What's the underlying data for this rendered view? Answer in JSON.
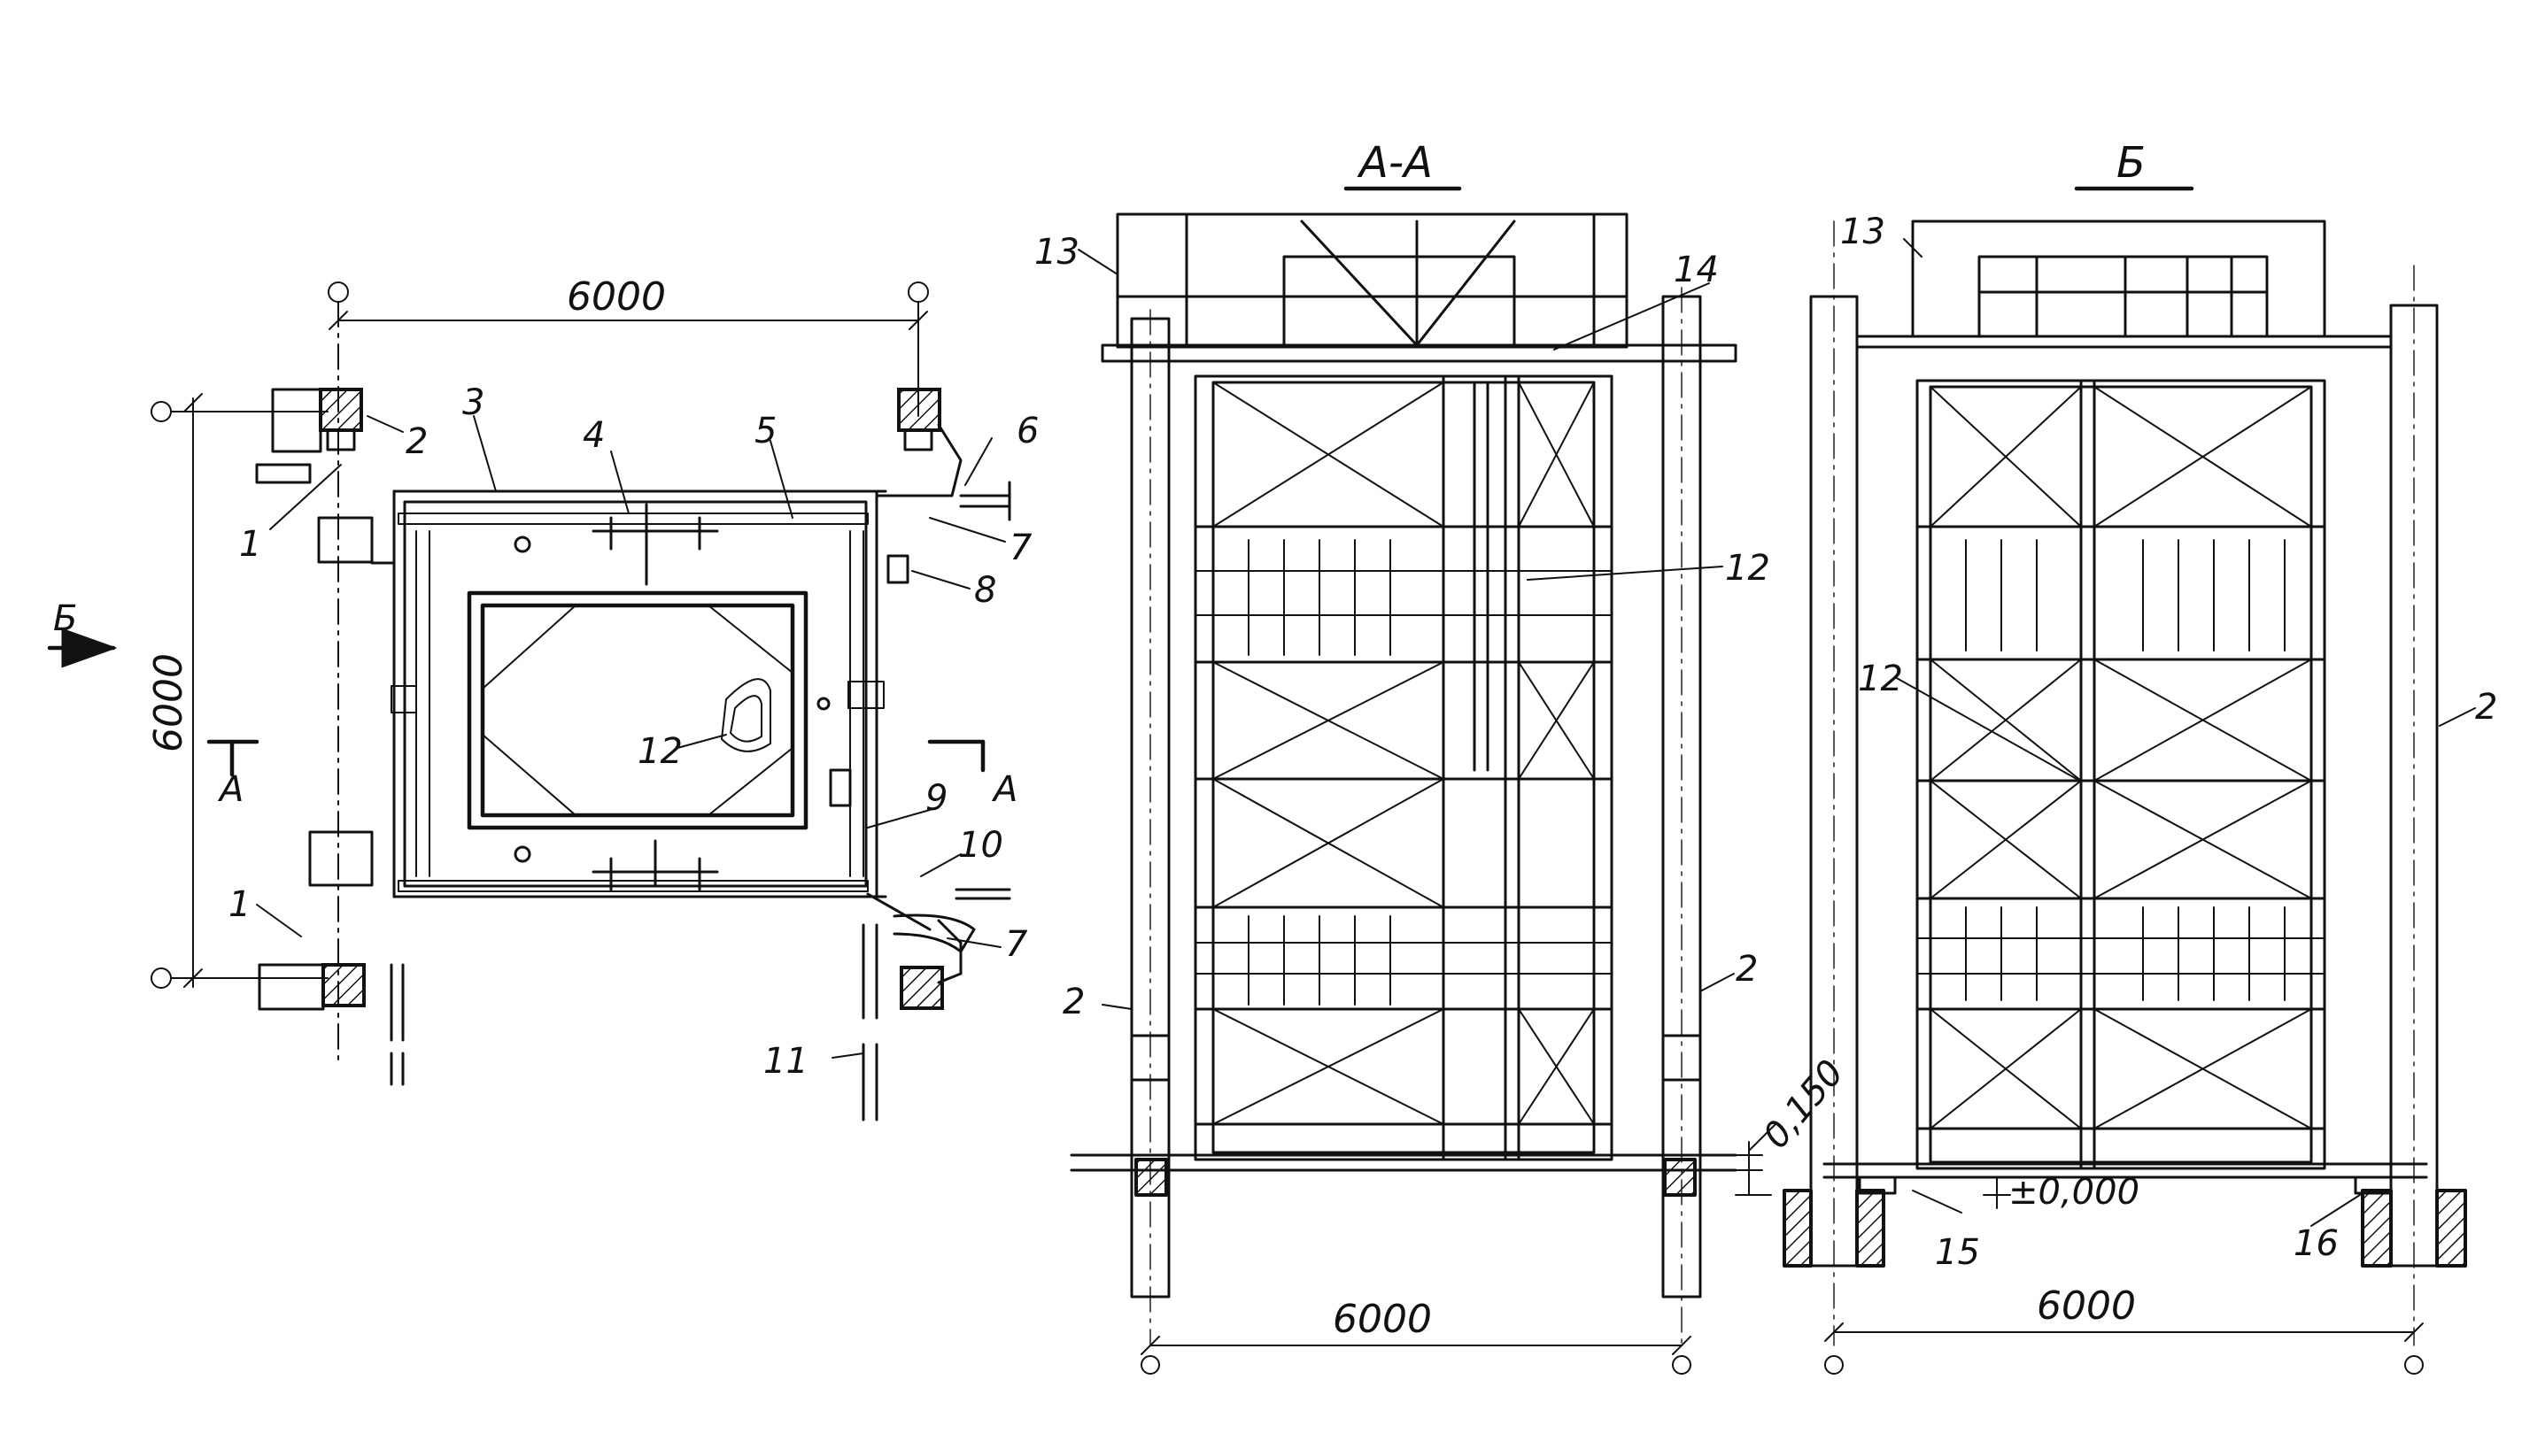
{
  "plan": {
    "callouts": {
      "c1a": "1",
      "c1b": "1",
      "c2": "2",
      "c3": "3",
      "c4": "4",
      "c5": "5",
      "c6": "6",
      "c7a": "7",
      "c7b": "7",
      "c8": "8",
      "c9": "9",
      "c10": "10",
      "c11": "11",
      "c12": "12"
    },
    "dim_horizontal": "6000",
    "dim_vertical": "6000",
    "view_arrow_label": "Б",
    "section_left": "А",
    "section_right": "А"
  },
  "section_aa": {
    "title": "А-А",
    "callouts": {
      "c13": "13",
      "c14": "14",
      "c12": "12",
      "c2a": "2",
      "c2b": "2"
    },
    "elevation": "0,150",
    "dim": "6000"
  },
  "view_b": {
    "title": "Б",
    "callouts": {
      "c13": "13",
      "c12": "12",
      "c2": "2",
      "c15": "15",
      "c16": "16"
    },
    "elevation": "±0,000",
    "dim": "6000"
  },
  "colors": {
    "ink": "#111111",
    "paper": "#ffffff"
  }
}
